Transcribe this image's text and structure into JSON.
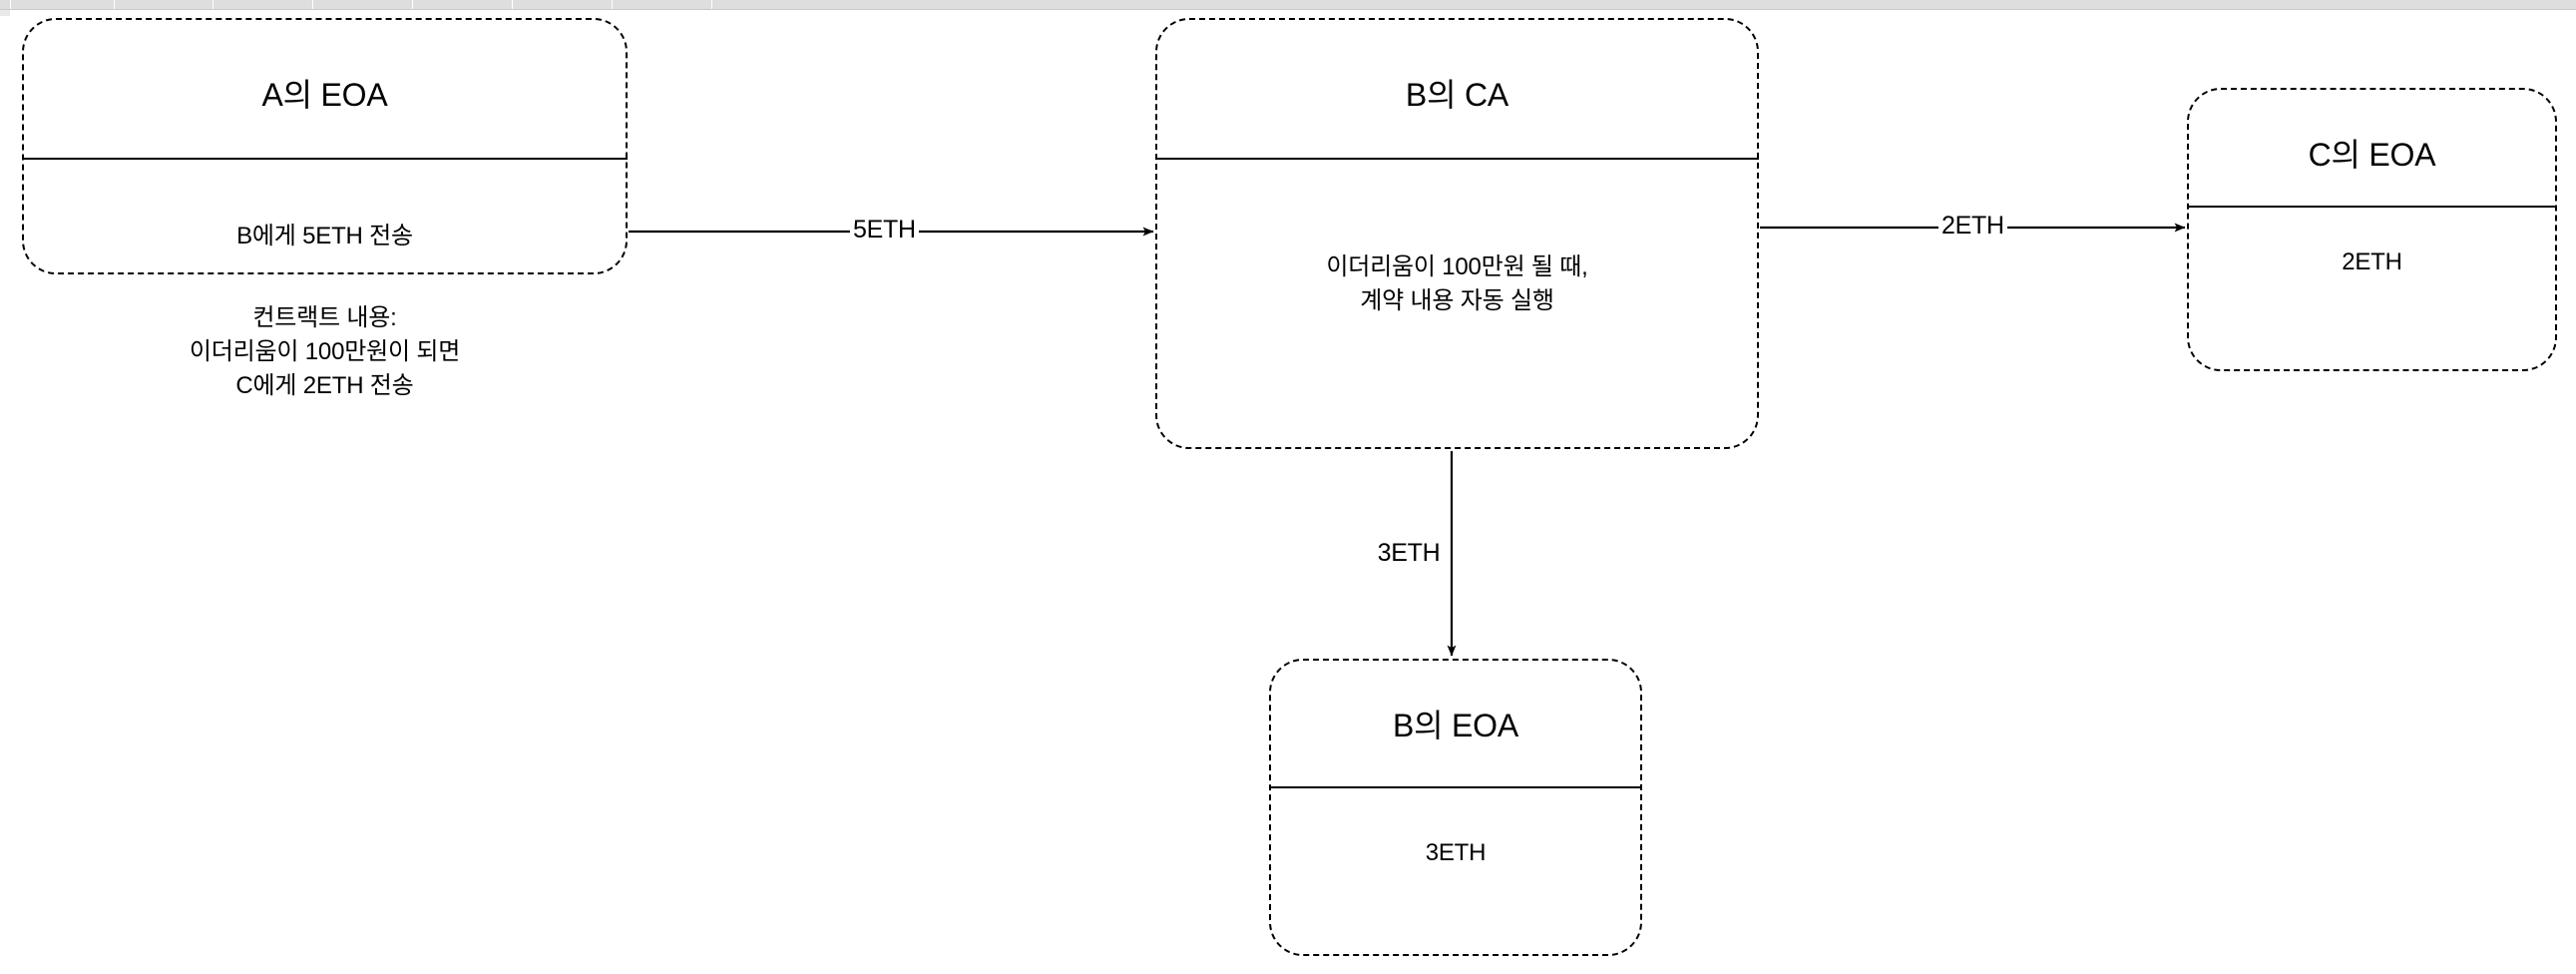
{
  "diagram": {
    "title": "Ethereum EOA / CA smart contract transfer flow",
    "background": "#ffffff",
    "line_color": "#000000",
    "ruler": {
      "background": "#dededf",
      "tick_positions": [
        10,
        114,
        213,
        313,
        413,
        513,
        613,
        713
      ]
    },
    "nodes": [
      {
        "id": "a-eoa",
        "title": "A의 EOA",
        "body_primary": "B에게 5ETH 전송",
        "body_secondary": "컨트랙트 내용:\n이더리움이 100만원이 되면\nC에게 2ETH 전송"
      },
      {
        "id": "b-ca",
        "title": "B의 CA",
        "body_primary": "이더리움이 100만원 될 때,\n계약 내용 자동 실행",
        "body_secondary": ""
      },
      {
        "id": "c-eoa",
        "title": "C의 EOA",
        "body_primary": "2ETH",
        "body_secondary": ""
      },
      {
        "id": "b-eoa",
        "title": "B의 EOA",
        "body_primary": "3ETH",
        "body_secondary": ""
      }
    ],
    "edges": [
      {
        "id": "a-to-b",
        "label": "5ETH",
        "from": "a-eoa",
        "to": "b-ca",
        "direction": "right"
      },
      {
        "id": "b-to-c",
        "label": "2ETH",
        "from": "b-ca",
        "to": "c-eoa",
        "direction": "right"
      },
      {
        "id": "b-to-be",
        "label": "3ETH",
        "from": "b-ca",
        "to": "b-eoa",
        "direction": "down"
      }
    ]
  }
}
